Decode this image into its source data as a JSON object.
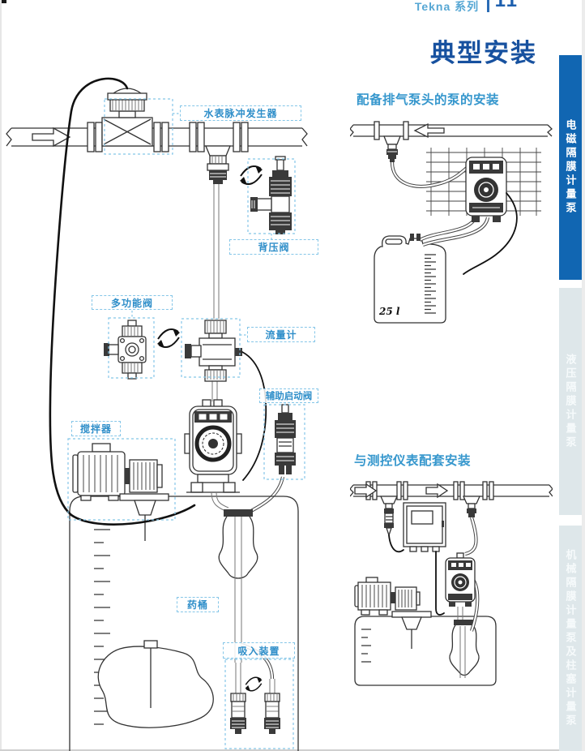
{
  "header": {
    "series_label": "Tekna 系列",
    "page_number": "11"
  },
  "title": "典型安装",
  "sidebar": {
    "tabs": [
      {
        "label": "电磁隔膜计量泵",
        "active": true
      },
      {
        "label": "液压隔膜计量泵",
        "active": false
      },
      {
        "label": "机械隔膜计量泵及柱塞计量泵",
        "active": false
      }
    ]
  },
  "installation_diagram": {
    "labels": {
      "water_meter_pulse_generator": "水表脉冲发生器",
      "back_pressure_valve": "背压阀",
      "multifunction_valve": "多功能阀",
      "flow_meter": "流量计",
      "auxiliary_start_valve": "辅助启动阀",
      "agitator": "搅拌器",
      "chemical_tank": "药桶",
      "suction_device": "吸入装置"
    }
  },
  "sections": {
    "degassing_pump_head": {
      "heading": "配备排气泵头的泵的安装",
      "tank_label": "25 l"
    },
    "instrument_paired": {
      "heading": "与测控仪表配套安装"
    }
  },
  "colors": {
    "title_blue": "#17519f",
    "heading_blue": "#3697cd",
    "label_blue": "#2e8ec9",
    "label_border": "#85c6e8",
    "tab_active_bg": "#1166b2",
    "tab_inactive_bg": "#dee7ea"
  }
}
